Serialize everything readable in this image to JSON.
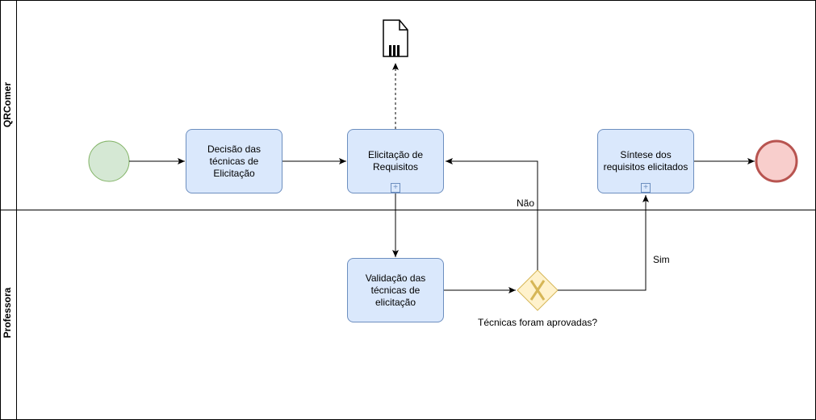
{
  "lanes": [
    {
      "label": "QRComer"
    },
    {
      "label": "Professora"
    }
  ],
  "tasks": {
    "decisao": "Decisão das técnicas de Elicitação",
    "elicitacao": "Elicitação de Requisitos",
    "sintese": "Síntese dos requisitos elicitados",
    "validacao": "Validação das técnicas de elicitação"
  },
  "gateway": {
    "label": "Técnicas foram aprovadas?",
    "no_label": "Não",
    "yes_label": "Sim"
  },
  "subprocess_marker": "+",
  "colors": {
    "task_fill": "#dae8fc",
    "task_stroke": "#6c8ebf",
    "start_fill": "#d5e8d4",
    "start_stroke": "#82b366",
    "end_fill": "#f8cecc",
    "end_stroke": "#b85450",
    "gateway_fill": "#fff2cc",
    "gateway_stroke": "#d6b656"
  }
}
